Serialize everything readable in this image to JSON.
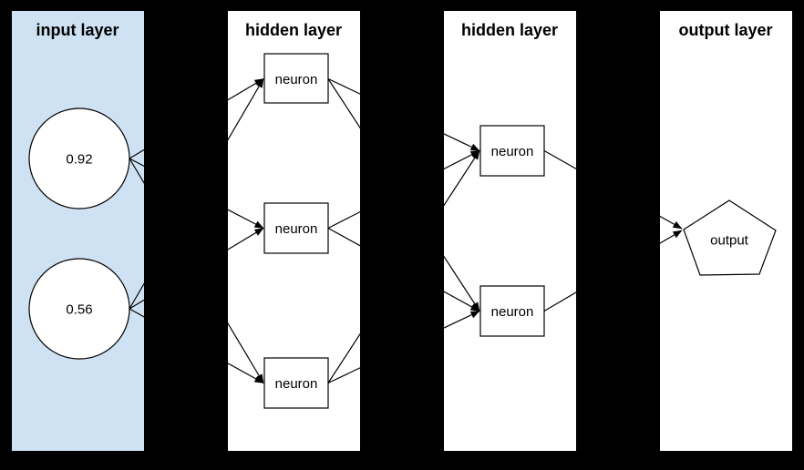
{
  "canvas": {
    "background": "#000000",
    "line_color": "#000000",
    "node_fill": "#ffffff"
  },
  "panels": [
    {
      "id": "input",
      "title": "input layer",
      "fill": "#cfe2f3"
    },
    {
      "id": "hidden-1",
      "title": "hidden layer",
      "fill": "#ffffff"
    },
    {
      "id": "hidden-2",
      "title": "hidden layer",
      "fill": "#ffffff"
    },
    {
      "id": "output",
      "title": "output layer",
      "fill": "#ffffff"
    }
  ],
  "nodes": {
    "inputs": [
      {
        "id": "input-1",
        "shape": "circle",
        "label": "0.92"
      },
      {
        "id": "input-2",
        "shape": "circle",
        "label": "0.56"
      }
    ],
    "hidden1": [
      {
        "id": "h1-n1",
        "shape": "rectangle",
        "label": "neuron"
      },
      {
        "id": "h1-n2",
        "shape": "rectangle",
        "label": "neuron"
      },
      {
        "id": "h1-n3",
        "shape": "rectangle",
        "label": "neuron"
      }
    ],
    "hidden2": [
      {
        "id": "h2-n1",
        "shape": "rectangle",
        "label": "neuron"
      },
      {
        "id": "h2-n2",
        "shape": "rectangle",
        "label": "neuron"
      }
    ],
    "output": [
      {
        "id": "out-1",
        "shape": "pentagon",
        "label": "output"
      }
    ]
  },
  "edges": [
    [
      "input-1",
      "h1-n1"
    ],
    [
      "input-1",
      "h1-n2"
    ],
    [
      "input-1",
      "h1-n3"
    ],
    [
      "input-2",
      "h1-n1"
    ],
    [
      "input-2",
      "h1-n2"
    ],
    [
      "input-2",
      "h1-n3"
    ],
    [
      "h1-n1",
      "h2-n1"
    ],
    [
      "h1-n1",
      "h2-n2"
    ],
    [
      "h1-n2",
      "h2-n1"
    ],
    [
      "h1-n2",
      "h2-n2"
    ],
    [
      "h1-n3",
      "h2-n1"
    ],
    [
      "h1-n3",
      "h2-n2"
    ],
    [
      "h2-n1",
      "out-1"
    ],
    [
      "h2-n2",
      "out-1"
    ]
  ]
}
